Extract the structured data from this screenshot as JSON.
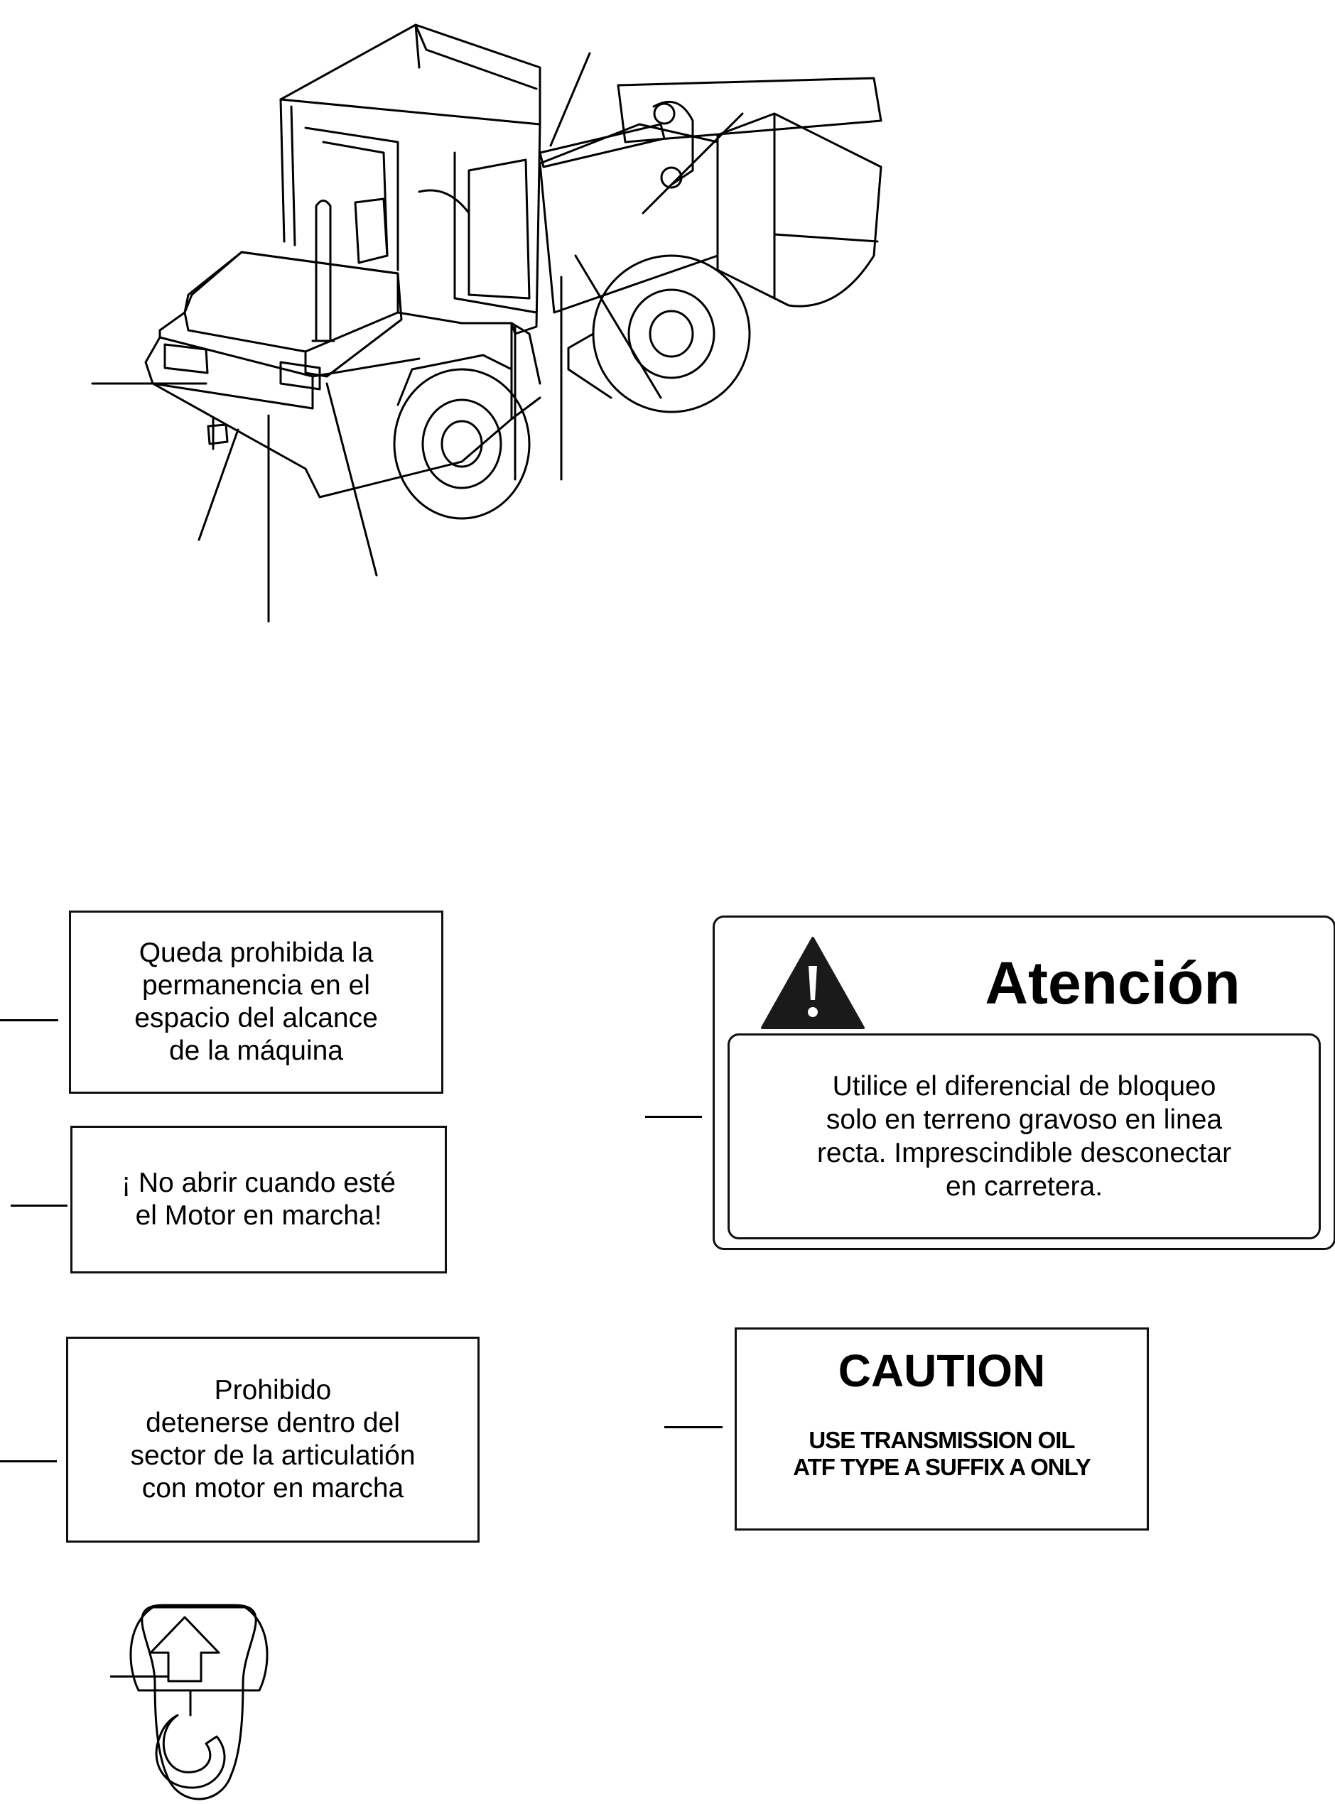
{
  "decals": {
    "prohibited_range": "Queda prohibida la\npermanencia en el\nespacio del alcance\nde la máquina",
    "do_not_open": "¡ No abrir cuando esté\nel Motor en marcha!",
    "articulation": "Prohibido\ndetenerse dentro del\nsector de la articulatión\ncon motor en marcha"
  },
  "attention": {
    "title": "Atención",
    "text": "Utilice el diferencial de bloqueo\nsolo en terreno gravoso en linea\nrecta. Imprescindible desconectar\nen carretera."
  },
  "caution": {
    "title": "CAUTION",
    "text": "USE TRANSMISSION OIL\nATF TYPE A SUFFIX A ONLY"
  },
  "icons": {
    "warning": "warning-triangle-icon",
    "hook": "lifting-hook-icon"
  }
}
